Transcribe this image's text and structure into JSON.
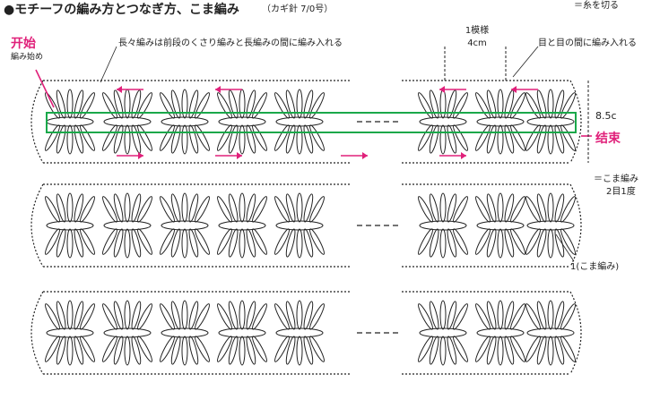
{
  "title": "●モチーフの編み方とつなぎ方、こま編み",
  "hook": "（カギ針 7/0号）",
  "cut_legend": "＝糸を切る",
  "start_cn": "开始",
  "start_jp": "編み始め",
  "note_long": "長々編みは前段のくさり編みと長編みの間に編み入れる",
  "pattern_repeat": "1模様",
  "pattern_width": "4cm",
  "note_between": "目と目の間に編み入れる",
  "height_label": "8.5c",
  "end_cn": "结束",
  "legend_sc": "＝こま編み",
  "legend_sc2": "2目1度",
  "join_label": "1(こま編み)",
  "colors": {
    "accent": "#e0207a",
    "highlight": "#1aa84a",
    "ink": "#222222"
  }
}
